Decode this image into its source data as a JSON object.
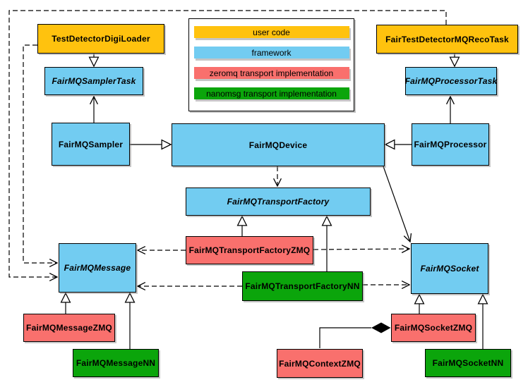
{
  "colors": {
    "user_code": "#FFC20E",
    "framework": "#72CCF1",
    "zeromq": "#F9706D",
    "nanomsg": "#0BA50B",
    "box_border": "#000000",
    "line": "#000000",
    "background": "#FFFFFF"
  },
  "legend": {
    "items": [
      {
        "label": "user code"
      },
      {
        "label": "framework"
      },
      {
        "label": "zeromq transport implementation"
      },
      {
        "label": "nanomsg transport implementation"
      }
    ]
  },
  "nodes": [
    {
      "label": "TestDetectorDigiLoader",
      "category": "user code",
      "abstract": false
    },
    {
      "label": "FairTestDetectorMQRecoTask",
      "category": "user code",
      "abstract": false
    },
    {
      "label": "FairMQSamplerTask",
      "category": "framework",
      "abstract": true
    },
    {
      "label": "FairMQProcessorTask",
      "category": "framework",
      "abstract": true
    },
    {
      "label": "FairMQSampler",
      "category": "framework",
      "abstract": false
    },
    {
      "label": "FairMQDevice",
      "category": "framework",
      "abstract": false
    },
    {
      "label": "FairMQProcessor",
      "category": "framework",
      "abstract": false
    },
    {
      "label": "FairMQTransportFactory",
      "category": "framework",
      "abstract": true
    },
    {
      "label": "FairMQTransportFactoryZMQ",
      "category": "zeromq transport implementation",
      "abstract": false
    },
    {
      "label": "FairMQTransportFactoryNN",
      "category": "nanomsg transport implementation",
      "abstract": false
    },
    {
      "label": "FairMQMessage",
      "category": "framework",
      "abstract": true
    },
    {
      "label": "FairMQSocket",
      "category": "framework",
      "abstract": true
    },
    {
      "label": "FairMQMessageZMQ",
      "category": "zeromq transport implementation",
      "abstract": false
    },
    {
      "label": "FairMQMessageNN",
      "category": "nanomsg transport implementation",
      "abstract": false
    },
    {
      "label": "FairMQSocketZMQ",
      "category": "zeromq transport implementation",
      "abstract": false
    },
    {
      "label": "FairMQSocketNN",
      "category": "nanomsg transport implementation",
      "abstract": false
    },
    {
      "label": "FairMQContextZMQ",
      "category": "zeromq transport implementation",
      "abstract": false
    }
  ],
  "relationships": [
    {
      "from": "TestDetectorDigiLoader",
      "to": "FairMQSamplerTask",
      "type": "inheritance"
    },
    {
      "from": "FairTestDetectorMQRecoTask",
      "to": "FairMQProcessorTask",
      "type": "inheritance"
    },
    {
      "from": "FairMQSampler",
      "to": "FairMQDevice",
      "type": "inheritance"
    },
    {
      "from": "FairMQProcessor",
      "to": "FairMQDevice",
      "type": "inheritance"
    },
    {
      "from": "FairMQSampler",
      "to": "FairMQSamplerTask",
      "type": "association"
    },
    {
      "from": "FairMQProcessor",
      "to": "FairMQProcessorTask",
      "type": "association"
    },
    {
      "from": "FairMQDevice",
      "to": "FairMQSocket",
      "type": "association"
    },
    {
      "from": "FairMQDevice",
      "to": "FairMQTransportFactory",
      "type": "dependency"
    },
    {
      "from": "TestDetectorDigiLoader",
      "to": "FairMQMessage",
      "type": "dependency"
    },
    {
      "from": "FairTestDetectorMQRecoTask",
      "to": "FairMQMessage",
      "type": "dependency"
    },
    {
      "from": "FairMQTransportFactoryZMQ",
      "to": "FairMQTransportFactory",
      "type": "inheritance"
    },
    {
      "from": "FairMQTransportFactoryNN",
      "to": "FairMQTransportFactory",
      "type": "inheritance"
    },
    {
      "from": "FairMQTransportFactoryZMQ",
      "to": "FairMQMessage",
      "type": "dependency"
    },
    {
      "from": "FairMQTransportFactoryZMQ",
      "to": "FairMQSocket",
      "type": "dependency"
    },
    {
      "from": "FairMQTransportFactoryNN",
      "to": "FairMQMessage",
      "type": "dependency"
    },
    {
      "from": "FairMQTransportFactoryNN",
      "to": "FairMQSocket",
      "type": "dependency"
    },
    {
      "from": "FairMQMessageZMQ",
      "to": "FairMQMessage",
      "type": "inheritance"
    },
    {
      "from": "FairMQMessageNN",
      "to": "FairMQMessage",
      "type": "inheritance"
    },
    {
      "from": "FairMQSocketZMQ",
      "to": "FairMQSocket",
      "type": "inheritance"
    },
    {
      "from": "FairMQSocketNN",
      "to": "FairMQSocket",
      "type": "inheritance"
    },
    {
      "from": "FairMQContextZMQ",
      "to": "FairMQSocketZMQ",
      "type": "composition"
    }
  ]
}
